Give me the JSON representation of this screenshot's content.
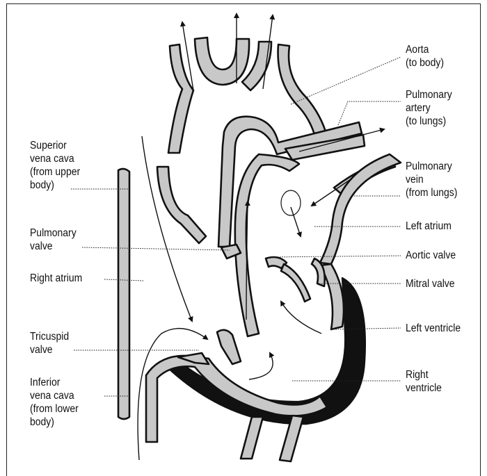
{
  "labels": {
    "aorta": "Aorta\n(to body)",
    "pulmonary_artery": "Pulmonary\nartery\n(to lungs)",
    "pulmonary_vein": "Pulmonary\nvein\n(from lungs)",
    "left_atrium": "Left atrium",
    "aortic_valve": "Aortic valve",
    "mitral_valve": "Mitral valve",
    "left_ventricle": "Left ventricle",
    "right_ventricle": "Right\nventricle",
    "superior_vena_cava": "Superior\nvena cava\n(from upper\nbody)",
    "pulmonary_valve": "Pulmonary\nvalve",
    "right_atrium": "Right atrium",
    "tricuspid_valve": "Tricuspid\nvalve",
    "inferior_vena_cava": "Inferior\nvena cava\n(from lower\nbody)"
  },
  "colors": {
    "wall_fill": "#c8c8c8",
    "outline": "#111111",
    "muscle": "#111111",
    "background": "#ffffff"
  }
}
